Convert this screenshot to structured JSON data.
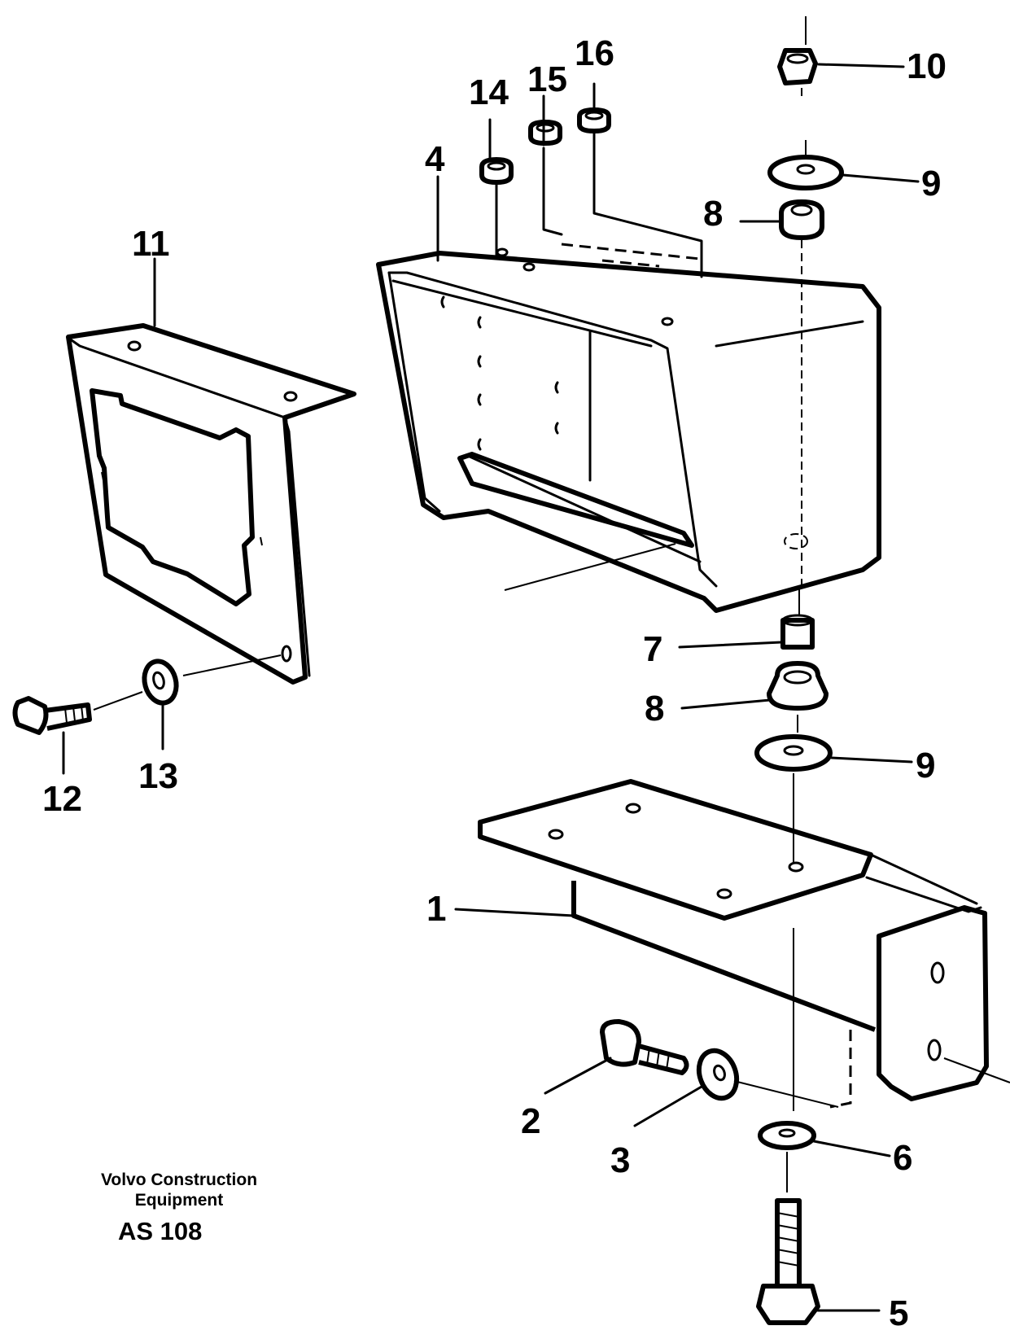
{
  "footer": {
    "brand_line_1": "Volvo Construction",
    "brand_line_2": "Equipment",
    "document_code": "AS 108"
  },
  "callouts": [
    {
      "id": "c1",
      "text": "1"
    },
    {
      "id": "c2",
      "text": "2"
    },
    {
      "id": "c3",
      "text": "3"
    },
    {
      "id": "c4",
      "text": "4"
    },
    {
      "id": "c5",
      "text": "5"
    },
    {
      "id": "c6",
      "text": "6"
    },
    {
      "id": "c7",
      "text": "7"
    },
    {
      "id": "c8a",
      "text": "8"
    },
    {
      "id": "c8b",
      "text": "8"
    },
    {
      "id": "c9a",
      "text": "9"
    },
    {
      "id": "c9b",
      "text": "9"
    },
    {
      "id": "c10",
      "text": "10"
    },
    {
      "id": "c11",
      "text": "11"
    },
    {
      "id": "c12",
      "text": "12"
    },
    {
      "id": "c13",
      "text": "13"
    },
    {
      "id": "c14",
      "text": "14"
    },
    {
      "id": "c15",
      "text": "15"
    },
    {
      "id": "c16",
      "text": "16"
    }
  ]
}
